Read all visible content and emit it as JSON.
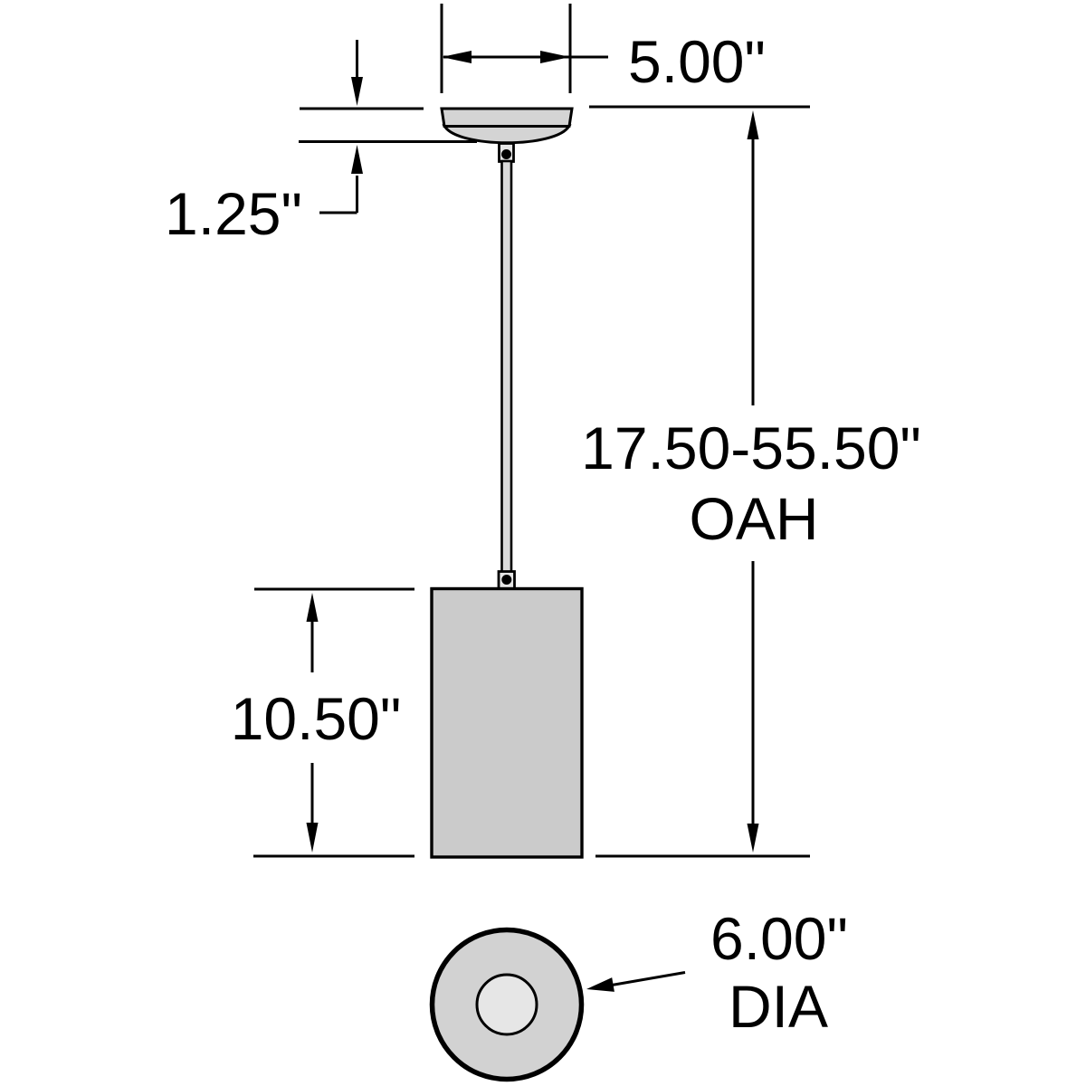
{
  "labels": {
    "canopy_width": "5.00\"",
    "canopy_height": "1.25\"",
    "overall_height": "17.50-55.50\"",
    "overall_height_abbr": "OAH",
    "shade_height": "10.50\"",
    "shade_diameter": "6.00\"",
    "shade_diameter_abbr": "DIA"
  },
  "colors": {
    "line": "#000000",
    "background": "#ffffff",
    "canopy_gray": "#d4d4d4",
    "connector_gray": "#e6e6e6",
    "rod_gray": "#dadada",
    "shade_gray": "#cbcbcb",
    "ring_gray": "#d2d2d2",
    "inner_circle_gray": "#e6e6e6"
  }
}
